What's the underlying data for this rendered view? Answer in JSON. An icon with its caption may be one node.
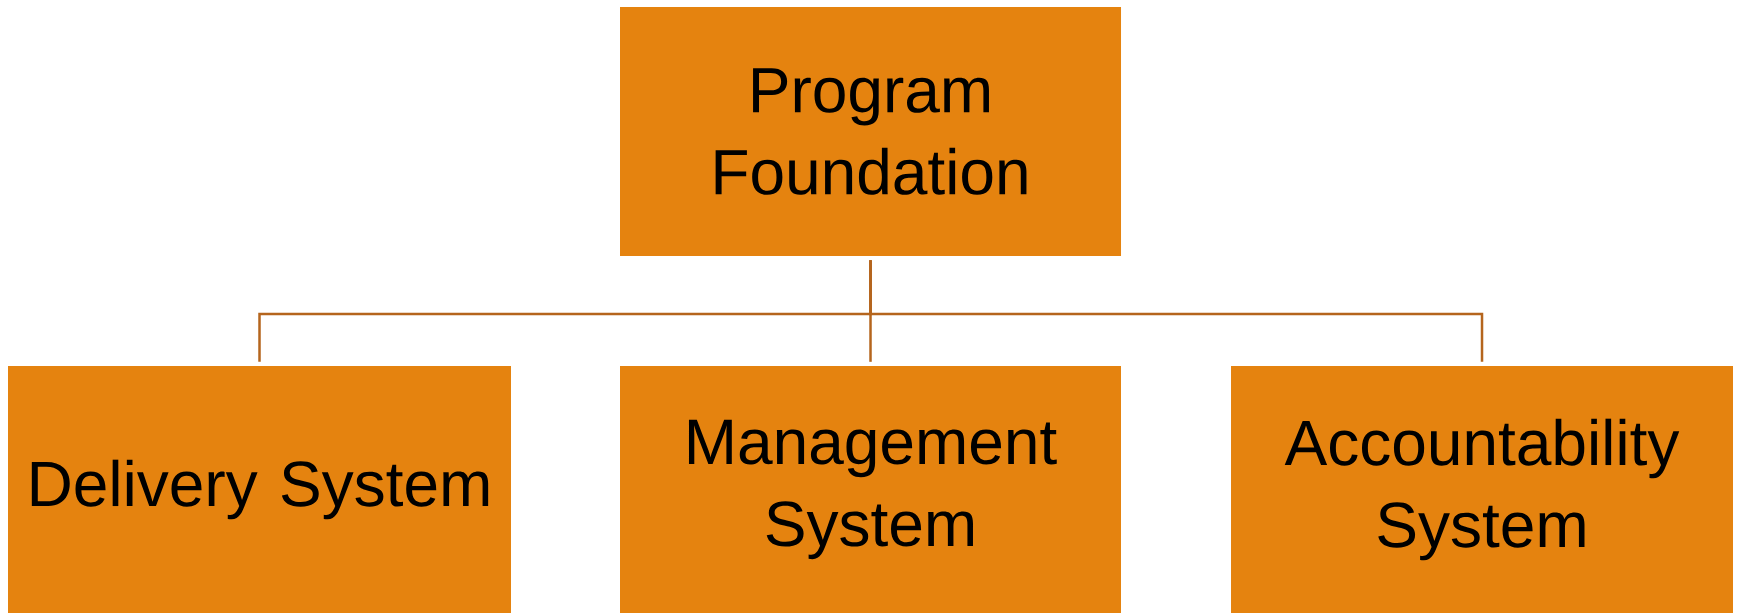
{
  "diagram": {
    "nodes": [
      {
        "text": [
          "Program Foundation"
        ]
      },
      {
        "text": [
          "Delivery System"
        ]
      },
      {
        "text": [
          "Management System"
        ]
      },
      {
        "text": [
          "Accountability System"
        ]
      }
    ],
    "edges": [
      {
        "from": 0,
        "to": 1,
        "arrow": "none"
      },
      {
        "from": 0,
        "to": 2,
        "arrow": "none"
      },
      {
        "from": 0,
        "to": 3,
        "arrow": "none"
      }
    ]
  }
}
